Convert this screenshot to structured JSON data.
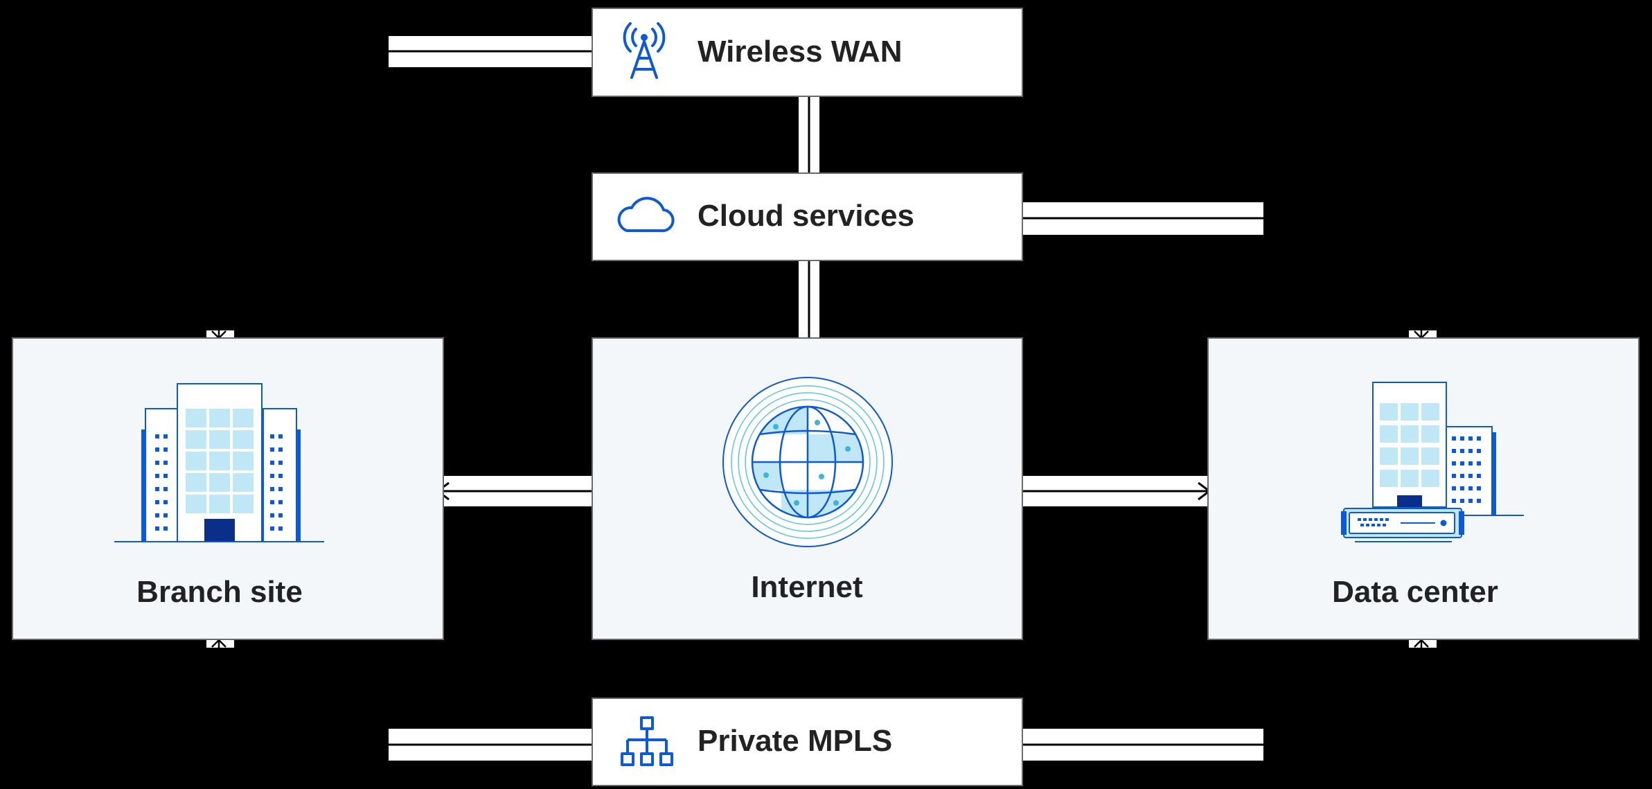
{
  "diagram": {
    "nodes": {
      "wireless_wan": {
        "label": "Wireless WAN",
        "icon": "cell-tower-icon"
      },
      "cloud_services": {
        "label": "Cloud services",
        "icon": "cloud-icon"
      },
      "branch_site": {
        "label": "Branch site",
        "icon": "office-building-icon"
      },
      "internet": {
        "label": "Internet",
        "icon": "globe-icon"
      },
      "data_center": {
        "label": "Data center",
        "icon": "data-center-icon"
      },
      "private_mpls": {
        "label": "Private MPLS",
        "icon": "network-hierarchy-icon"
      }
    },
    "colors": {
      "background": "#000000",
      "box_fill": "#ffffff",
      "panel_fill": "#f4f7f9",
      "text": "#222222",
      "accent_blue": "#0d5ad6",
      "light_blue": "#bfe7f5",
      "dark_navy": "#0a2f8a"
    }
  }
}
